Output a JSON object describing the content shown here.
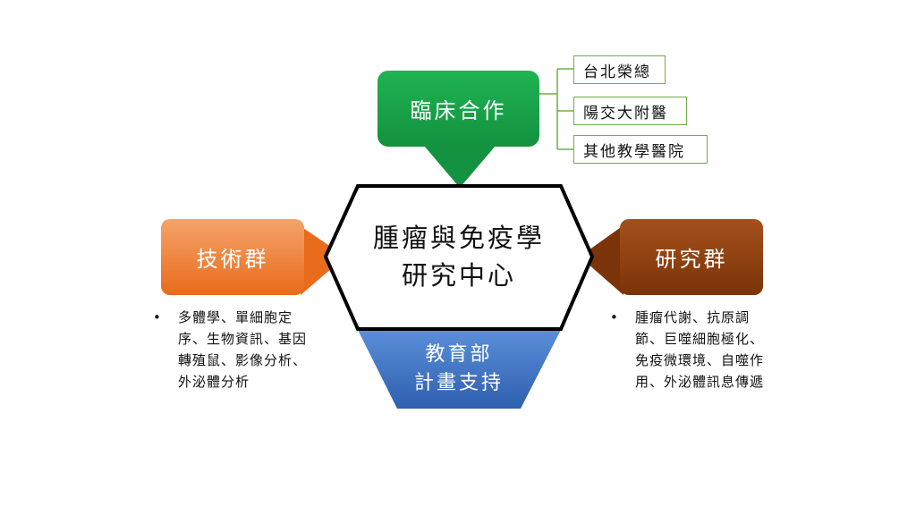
{
  "center": {
    "line1": "腫瘤與免疫學",
    "line2": "研究中心"
  },
  "clinical": {
    "label": "臨床合作",
    "color": "#1aa14a",
    "hospitals": [
      "台北榮總",
      "陽交大附醫",
      "其他教學醫院"
    ]
  },
  "tech_group": {
    "label": "技術群",
    "color": "#ed7d31",
    "items": [
      "多體學、單細胞定序、生物資訊、基因轉殖鼠、影像分析、外泌體分析"
    ]
  },
  "research_group": {
    "label": "研究群",
    "color": "#843c0c",
    "items": [
      "腫瘤代謝、抗原調節、巨噬細胞極化、免疫微環境、自噬作用、外泌體訊息傳遞"
    ]
  },
  "moe": {
    "line1": "教育部",
    "line2": "計畫支持",
    "color": "#4472c4"
  }
}
